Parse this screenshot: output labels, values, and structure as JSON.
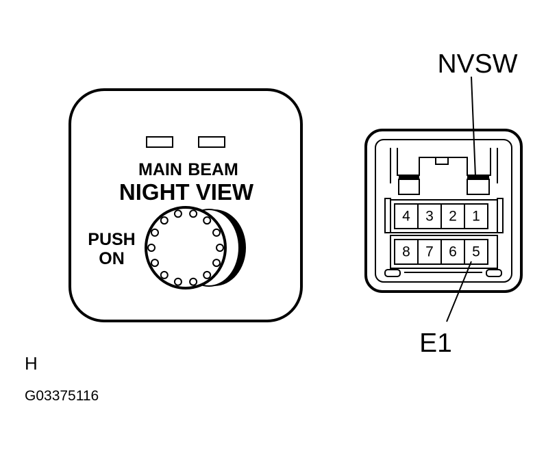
{
  "switch_panel": {
    "indicator_main": "MAIN",
    "indicator_beam": "BEAM",
    "title": "NIGHT VIEW",
    "push_label_line1": "PUSH",
    "push_label_line2": "ON"
  },
  "connector": {
    "top_row_pins": [
      "4",
      "3",
      "2",
      "1"
    ],
    "bottom_row_pins": [
      "8",
      "7",
      "6",
      "5"
    ],
    "callout_top": "NVSW",
    "callout_bottom": "E1"
  },
  "footer": {
    "view_letter": "H",
    "figure_code": "G03375116"
  }
}
